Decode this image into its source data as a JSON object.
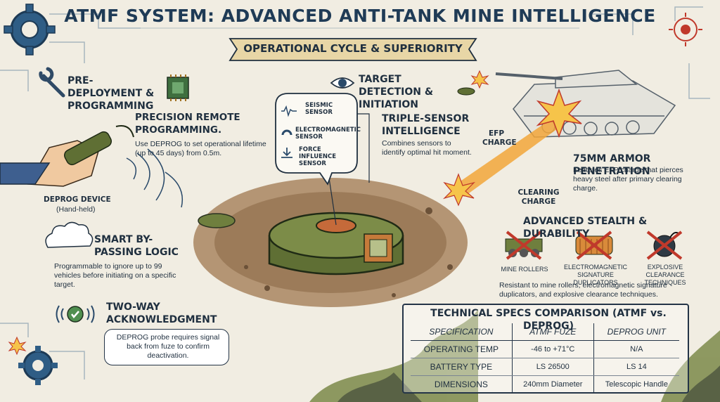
{
  "title": "ATMF SYSTEM: ADVANCED ANTI-TANK MINE INTELLIGENCE",
  "banner": "OPERATIONAL CYCLE & SUPERIORITY",
  "pre_deployment": {
    "heading": "PRE-DEPLOYMENT & PROGRAMMING",
    "device_label": "DEPROG DEVICE",
    "device_sub": "(Hand-held)",
    "remote_heading": "PRECISION REMOTE PROGRAMMING.",
    "remote_text": "Use DEPROG to set operational lifetime (up to 45 days) from 0.5m."
  },
  "bypass": {
    "heading": "SMART BY-PASSING LOGIC",
    "text": "Programmable to ignore up to 99 vehicles before initiating on a specific target."
  },
  "ack": {
    "heading": "TWO-WAY ACKNOWLEDGMENT",
    "text": "DEPROG probe requires signal back from fuze to confirm deactivation."
  },
  "detection": {
    "heading": "TARGET DETECTION & INITIATION",
    "sensors": [
      "SEISMIC SENSOR",
      "ELECTROMAGNETIC SENSOR",
      "FORCE INFLUENCE SENSOR"
    ],
    "triple_heading": "TRIPLE-SENSOR INTELLIGENCE",
    "triple_text": "Combines sensors to identify optimal hit moment."
  },
  "efp_label": "EFP CHARGE",
  "clearing_label": "CLEARING CHARGE",
  "penetration": {
    "heading": "75MM ARMOR PENETRATION",
    "text": "Features EFP charge that pierces heavy steel after primary clearing charge."
  },
  "stealth": {
    "heading": "ADVANCED STEALTH & DURABILITY",
    "items": [
      "MINE ROLLERS",
      "ELECTROMAGNETIC SIGNATURE DUPLICATORS",
      "EXPLOSIVE CLEARANCE TECHNIQUES"
    ],
    "text": "Resistant to mine rollers, electromagnetic signature duplicators, and explosive clearance techniques."
  },
  "specs": {
    "title": "TECHNICAL SPECS COMPARISON (ATMF vs. DEPROG)",
    "headers": [
      "SPECIFICATION",
      "ATMF FUZE",
      "DEPROG UNIT"
    ],
    "rows": [
      [
        "OPERATING TEMP",
        "-46 to +71°C",
        "N/A"
      ],
      [
        "BATTERY TYPE",
        "LS 26500",
        "LS 14"
      ],
      [
        "DIMENSIONS",
        "240mm Diameter",
        "Telescopic Handle"
      ]
    ]
  },
  "colors": {
    "ink": "#1f2f3f",
    "mine_green": "#6f7f3e",
    "dirt": "#9c7a55",
    "flash": "#f2a63a",
    "accent_red": "#c0392b"
  },
  "icons": [
    "gear-icon",
    "wrench-icon",
    "chip-icon",
    "eye-icon",
    "cloud-icon",
    "check-signal-icon",
    "crosshair-icon",
    "bomb-icon"
  ]
}
